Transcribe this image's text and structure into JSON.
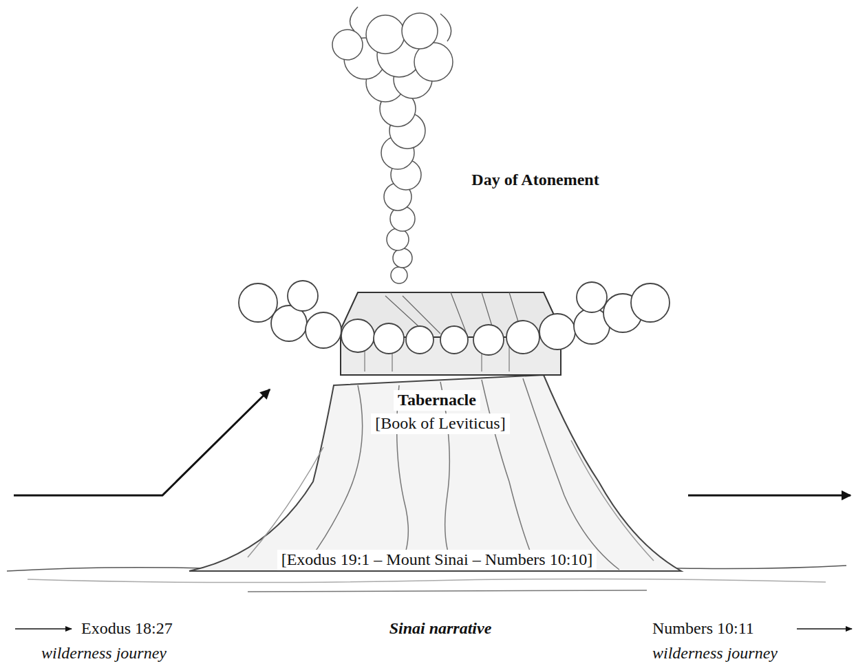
{
  "diagram": {
    "labels": [
      "Day of Atonement",
      "Tabernacle",
      "[Book of Leviticus]",
      "[Exodus 19:1 – Mount Sinai – Numbers 10:10]",
      "Exodus 18:27",
      "wilderness journey",
      "Sinai narrative",
      "Numbers 10:11",
      "wilderness journey"
    ]
  }
}
